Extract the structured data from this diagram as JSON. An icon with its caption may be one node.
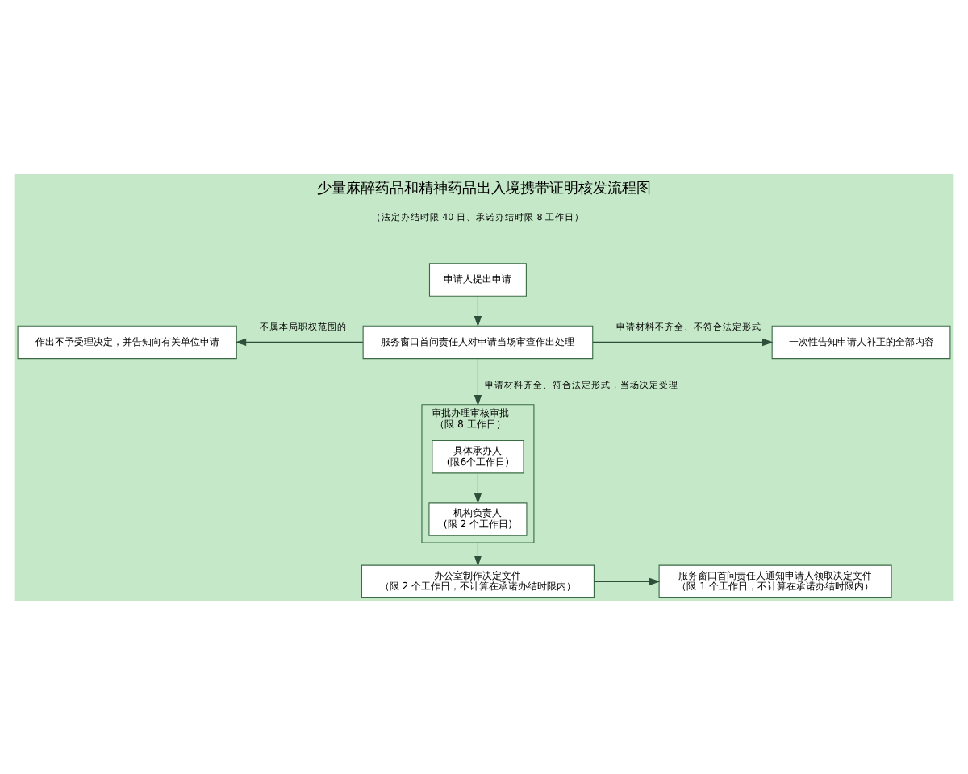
{
  "diagram": {
    "title": "少量麻醉药品和精神药品出入境携带证明核发流程图",
    "nodes": [
      {
        "text": [
          "申请人提出申请"
        ]
      },
      {
        "text": [
          "服务窗口首问责任人对申请当场审查作出处理"
        ]
      },
      {
        "text": [
          "作出不予受理决定，并告知向有关单位申请"
        ]
      },
      {
        "text": [
          "一次性告知申请人补正的全部内容"
        ]
      },
      {
        "text": [
          "审批办理审核审批",
          "（限 8 工作日）"
        ]
      },
      {
        "text": [
          "具体承办人",
          "(限6个工作日)"
        ],
        "in": 4
      },
      {
        "text": [
          "机构负责人",
          "(限 2 个工作日)"
        ],
        "in": 4
      },
      {
        "text": [
          "办公室制作决定文件",
          "（限 2 个工作日，不计算在承诺办结时限内）"
        ]
      },
      {
        "text": [
          "服务窗口首问责任人通知申请人领取决定文件",
          "（限 1 个工作日，不计算在承诺办结时限内）"
        ]
      }
    ],
    "edges": [
      {
        "from": 0,
        "to": 1,
        "arrow": "to"
      },
      {
        "from": 1,
        "to": 2,
        "arrow": "to",
        "label": "不属本局职权范围的"
      },
      {
        "from": 1,
        "to": 3,
        "arrow": "to",
        "label": "申请材料不齐全、不符合法定形式"
      },
      {
        "from": 1,
        "to": 4,
        "arrow": "to",
        "label": "申请材料齐全、符合法定形式，当场决定受理"
      },
      {
        "from": 5,
        "to": 6,
        "arrow": "to"
      },
      {
        "from": 4,
        "to": 7,
        "arrow": "to"
      },
      {
        "from": 7,
        "to": 8,
        "arrow": "to"
      }
    ],
    "labels": [
      "（法定办结时限 40 日、承诺办结时限 8 工作日）"
    ]
  }
}
